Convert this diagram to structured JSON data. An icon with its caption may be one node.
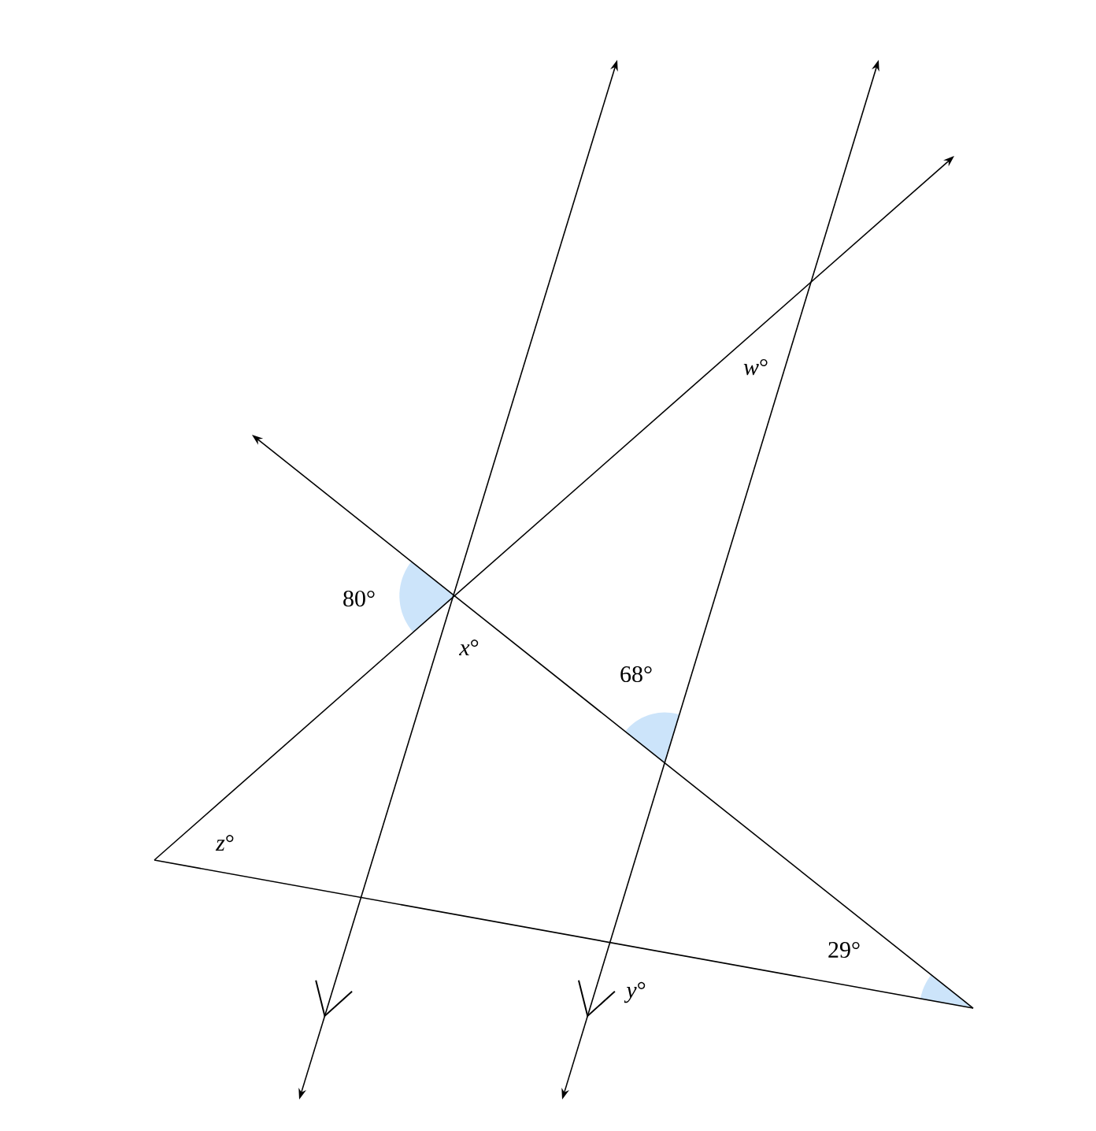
{
  "diagram": {
    "labels": [
      "80°",
      "*x*°",
      "68°",
      "*w*°",
      "*z*°",
      "29°",
      "*y*°"
    ]
  }
}
